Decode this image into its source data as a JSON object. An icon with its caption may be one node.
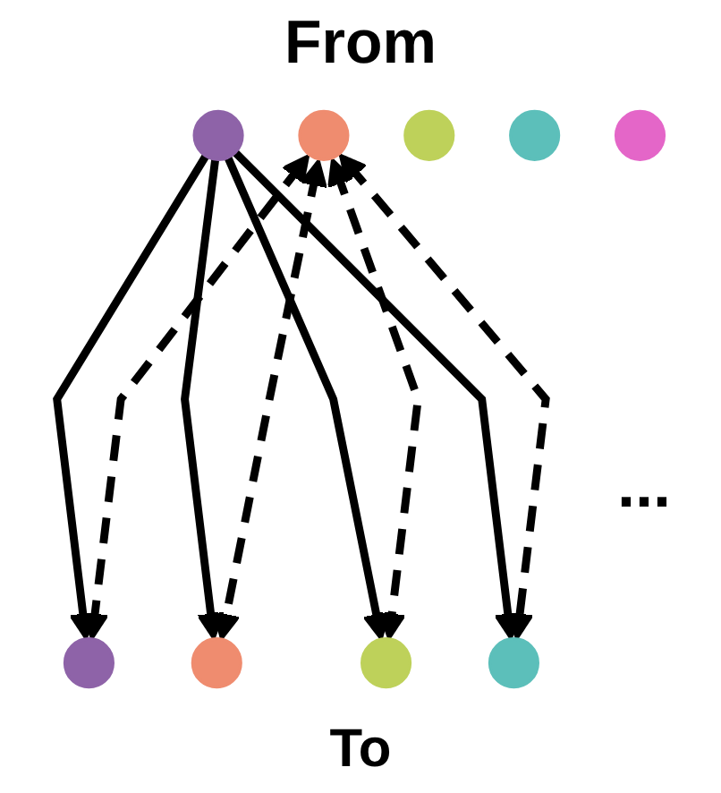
{
  "diagram": {
    "title": "From",
    "caption": "To",
    "nodes": [
      {
        "text": [],
        "shape": "circle"
      },
      {
        "text": [],
        "shape": "circle"
      },
      {
        "text": [],
        "shape": "circle"
      },
      {
        "text": [],
        "shape": "circle"
      },
      {
        "text": [],
        "shape": "circle"
      },
      {
        "text": [],
        "shape": "circle"
      },
      {
        "text": [],
        "shape": "circle"
      },
      {
        "text": [],
        "shape": "circle"
      },
      {
        "text": [],
        "shape": "circle"
      }
    ],
    "edges": [
      {
        "from": 0,
        "to": 5,
        "arrow": "to"
      },
      {
        "from": 0,
        "to": 6,
        "arrow": "to"
      },
      {
        "from": 0,
        "to": 7,
        "arrow": "to"
      },
      {
        "from": 0,
        "to": 8,
        "arrow": "to"
      },
      {
        "from": 1,
        "to": 5,
        "arrow": "both",
        "style": "dashed"
      },
      {
        "from": 1,
        "to": 6,
        "arrow": "both",
        "style": "dashed"
      },
      {
        "from": 1,
        "to": 7,
        "arrow": "both",
        "style": "dashed"
      },
      {
        "from": 1,
        "to": 8,
        "arrow": "both",
        "style": "dashed"
      }
    ],
    "labels": [
      "..."
    ]
  }
}
